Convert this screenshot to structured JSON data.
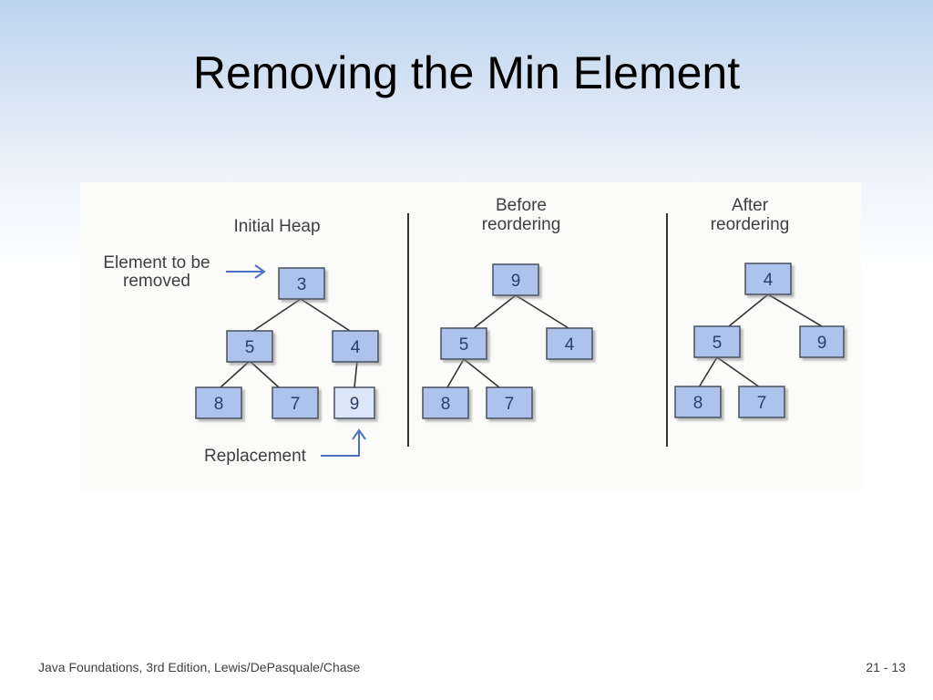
{
  "slide": {
    "title": "Removing the Min Element",
    "footer_left": "Java Foundations, 3rd Edition, Lewis/DePasquale/Chase",
    "footer_right": "21 - 13"
  },
  "diagram": {
    "panel_initial": {
      "heading": "Initial Heap",
      "annotation_top_line1": "Element to be",
      "annotation_top_line2": "removed",
      "annotation_bottom": "Replacement",
      "nodes": {
        "root": "3",
        "left": "5",
        "right": "4",
        "left_left": "8",
        "left_right": "7",
        "right_left": "9"
      }
    },
    "panel_before": {
      "heading_line1": "Before",
      "heading_line2": "reordering",
      "nodes": {
        "root": "9",
        "left": "5",
        "right": "4",
        "left_left": "8",
        "left_right": "7"
      }
    },
    "panel_after": {
      "heading_line1": "After",
      "heading_line2": "reordering",
      "nodes": {
        "root": "4",
        "left": "5",
        "right": "9",
        "left_left": "8",
        "left_right": "7"
      }
    },
    "colors": {
      "node_fill": "#aec3ec",
      "node_stroke": "#4a4f5c",
      "replacement_fill": "#dbe6f8",
      "arrow": "#4f72c0"
    }
  }
}
